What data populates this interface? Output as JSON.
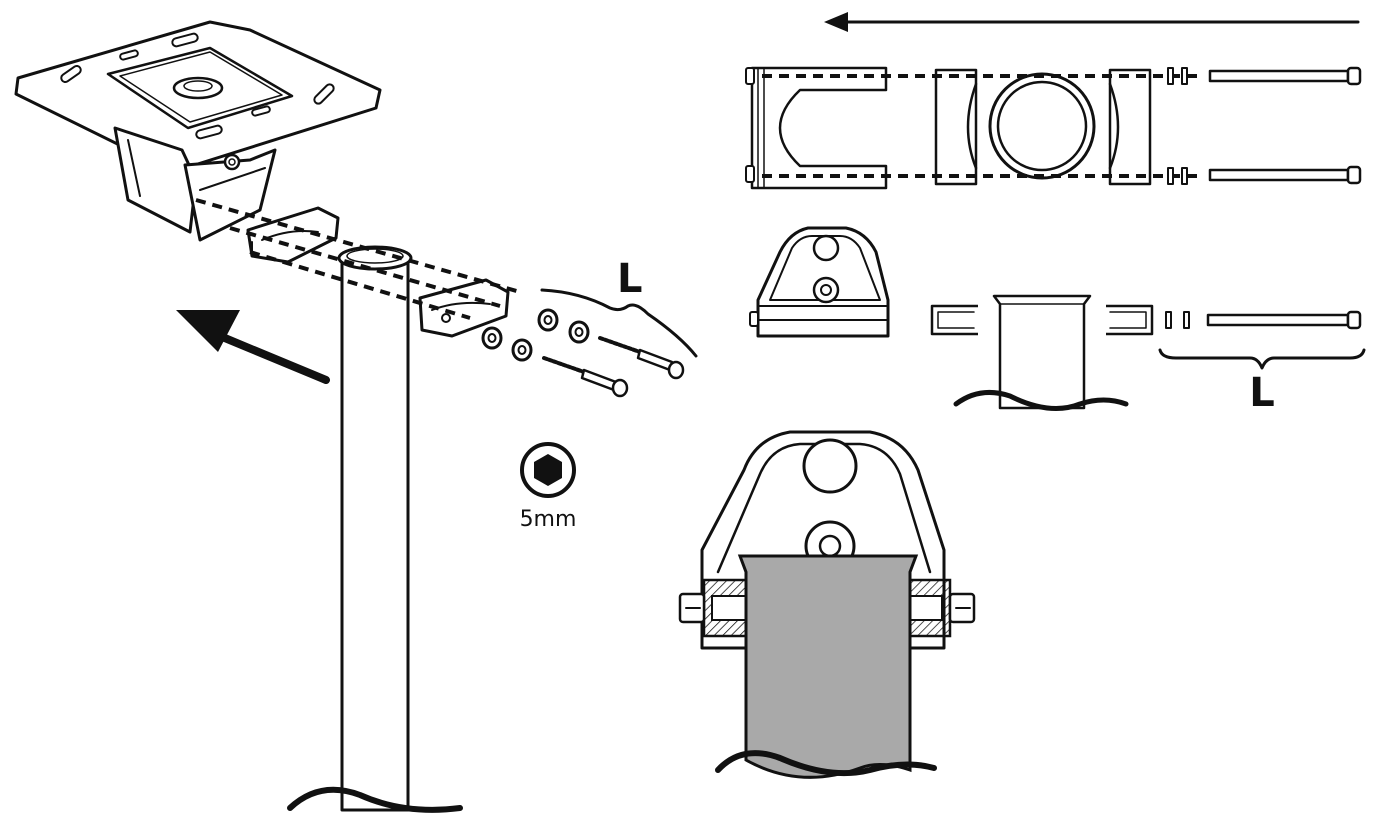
{
  "labels": {
    "bolt_length_left": "L",
    "bolt_length_right": "L",
    "hex_key_size": "5mm"
  },
  "icons": {
    "hex_key": "hex-key-icon",
    "direction_arrow": "arrow-icon"
  },
  "colors": {
    "ink": "#111111",
    "pipe_fill": "#a9a9a9",
    "background": "#ffffff"
  }
}
